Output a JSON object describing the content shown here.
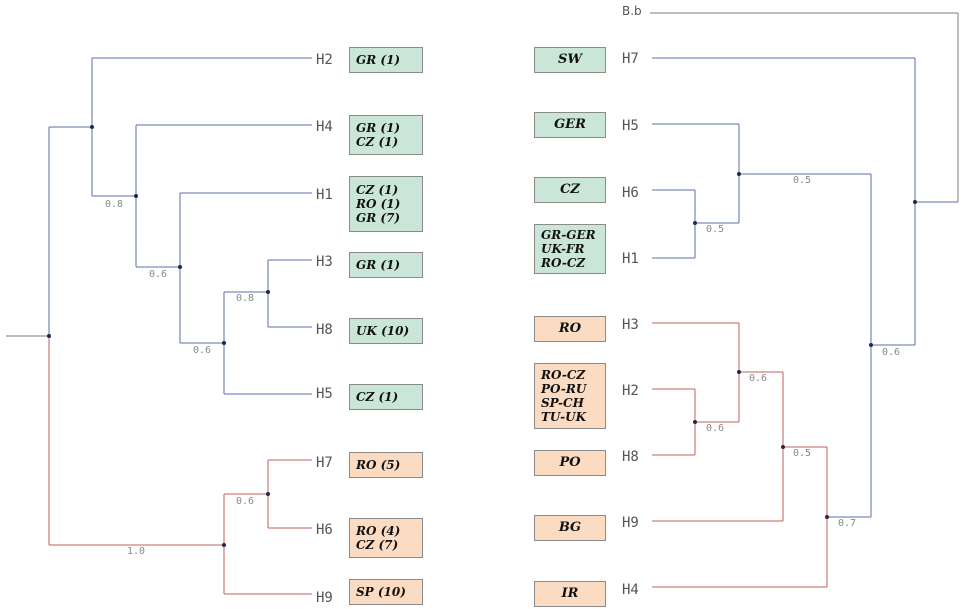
{
  "colors": {
    "blue": "#5b6fa8",
    "red": "#c0605e",
    "node": "#1f2a4a",
    "green_box": "#c9e6d9",
    "orange_box": "#fbdcc2"
  },
  "right_tree_title": "B.b",
  "left_tree": {
    "leaves": [
      {
        "id": "H2",
        "label": "H2",
        "group": "blue",
        "box": [
          "GR (1)"
        ]
      },
      {
        "id": "H4",
        "label": "H4",
        "group": "blue",
        "box": [
          "GR (1)",
          "CZ (1)"
        ]
      },
      {
        "id": "H1",
        "label": "H1",
        "group": "blue",
        "box": [
          "CZ (1)",
          "RO (1)",
          "GR (7)"
        ]
      },
      {
        "id": "H3",
        "label": "H3",
        "group": "blue",
        "box": [
          "GR (1)"
        ]
      },
      {
        "id": "H8",
        "label": "H8",
        "group": "blue",
        "box": [
          "UK (10)"
        ]
      },
      {
        "id": "H5",
        "label": "H5",
        "group": "blue",
        "box": [
          "CZ (1)"
        ]
      },
      {
        "id": "H7",
        "label": "H7",
        "group": "red",
        "box": [
          "RO (5)"
        ]
      },
      {
        "id": "H6",
        "label": "H6",
        "group": "red",
        "box": [
          "RO (4)",
          "CZ (7)"
        ]
      },
      {
        "id": "H9",
        "label": "H9",
        "group": "red",
        "box": [
          "SP (10)"
        ]
      }
    ],
    "supports": [
      "0.8",
      "0.6",
      "0.8",
      "0.6",
      "0.6",
      "1.0"
    ]
  },
  "right_tree": {
    "leaves": [
      {
        "id": "H7",
        "label": "H7",
        "group": "blue",
        "box": [
          "SW"
        ]
      },
      {
        "id": "H5",
        "label": "H5",
        "group": "blue",
        "box": [
          "GER"
        ]
      },
      {
        "id": "H6",
        "label": "H6",
        "group": "blue",
        "box": [
          "CZ"
        ]
      },
      {
        "id": "H1",
        "label": "H1",
        "group": "blue",
        "box": [
          "GR-GER",
          "UK-FR",
          "RO-CZ"
        ]
      },
      {
        "id": "H3",
        "label": "H3",
        "group": "red",
        "box": [
          "RO"
        ]
      },
      {
        "id": "H2",
        "label": "H2",
        "group": "red",
        "box": [
          "RO-CZ",
          "PO-RU",
          "SP-CH",
          "TU-UK"
        ]
      },
      {
        "id": "H8",
        "label": "H8",
        "group": "red",
        "box": [
          "PO"
        ]
      },
      {
        "id": "H9",
        "label": "H9",
        "group": "red",
        "box": [
          "BG"
        ]
      },
      {
        "id": "H4",
        "label": "H4",
        "group": "red",
        "box": [
          "IR"
        ]
      }
    ],
    "supports": [
      "0.5",
      "0.5",
      "0.6",
      "0.6",
      "0.6",
      "0.5",
      "0.7"
    ]
  }
}
